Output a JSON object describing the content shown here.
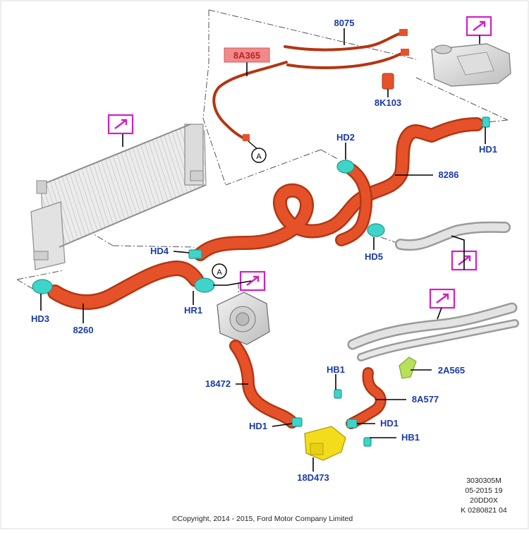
{
  "labels": {
    "l8075": "8075",
    "l8A365": "8A365",
    "l8K103": "8K103",
    "lHD2": "HD2",
    "lHD1_top": "HD1",
    "l8286": "8286",
    "lHD4": "HD4",
    "lHD5": "HD5",
    "lHD3": "HD3",
    "l8260": "8260",
    "lHR1": "HR1",
    "l18472": "18472",
    "lHB1_a": "HB1",
    "l2A565": "2A565",
    "l8A577": "8A577",
    "lHD1_left": "HD1",
    "lHD1_right": "HD1",
    "lHB1_b": "HB1",
    "l18D473": "18D473"
  },
  "circle_refs": {
    "a1": "A",
    "a2": "A"
  },
  "footer": {
    "code1": "3030305M",
    "code2": "05-2015 19",
    "code3": "20DD0X",
    "code4": "K 0280821 04",
    "copyright": "©Copyright, 2014 - 2015, Ford Motor Company Limited"
  },
  "colors": {
    "hose": "#e5522a",
    "hose_dark": "#b33612",
    "clamp": "#3fd4c8",
    "highlight_box": "#f08a8a",
    "magenta": "#d61ec4",
    "label_blue": "#1a3aa8",
    "thermostat_yellow": "#f2dc1c",
    "bracket_green": "#b8e05a"
  },
  "icons": [
    "view-arrow-icon"
  ]
}
